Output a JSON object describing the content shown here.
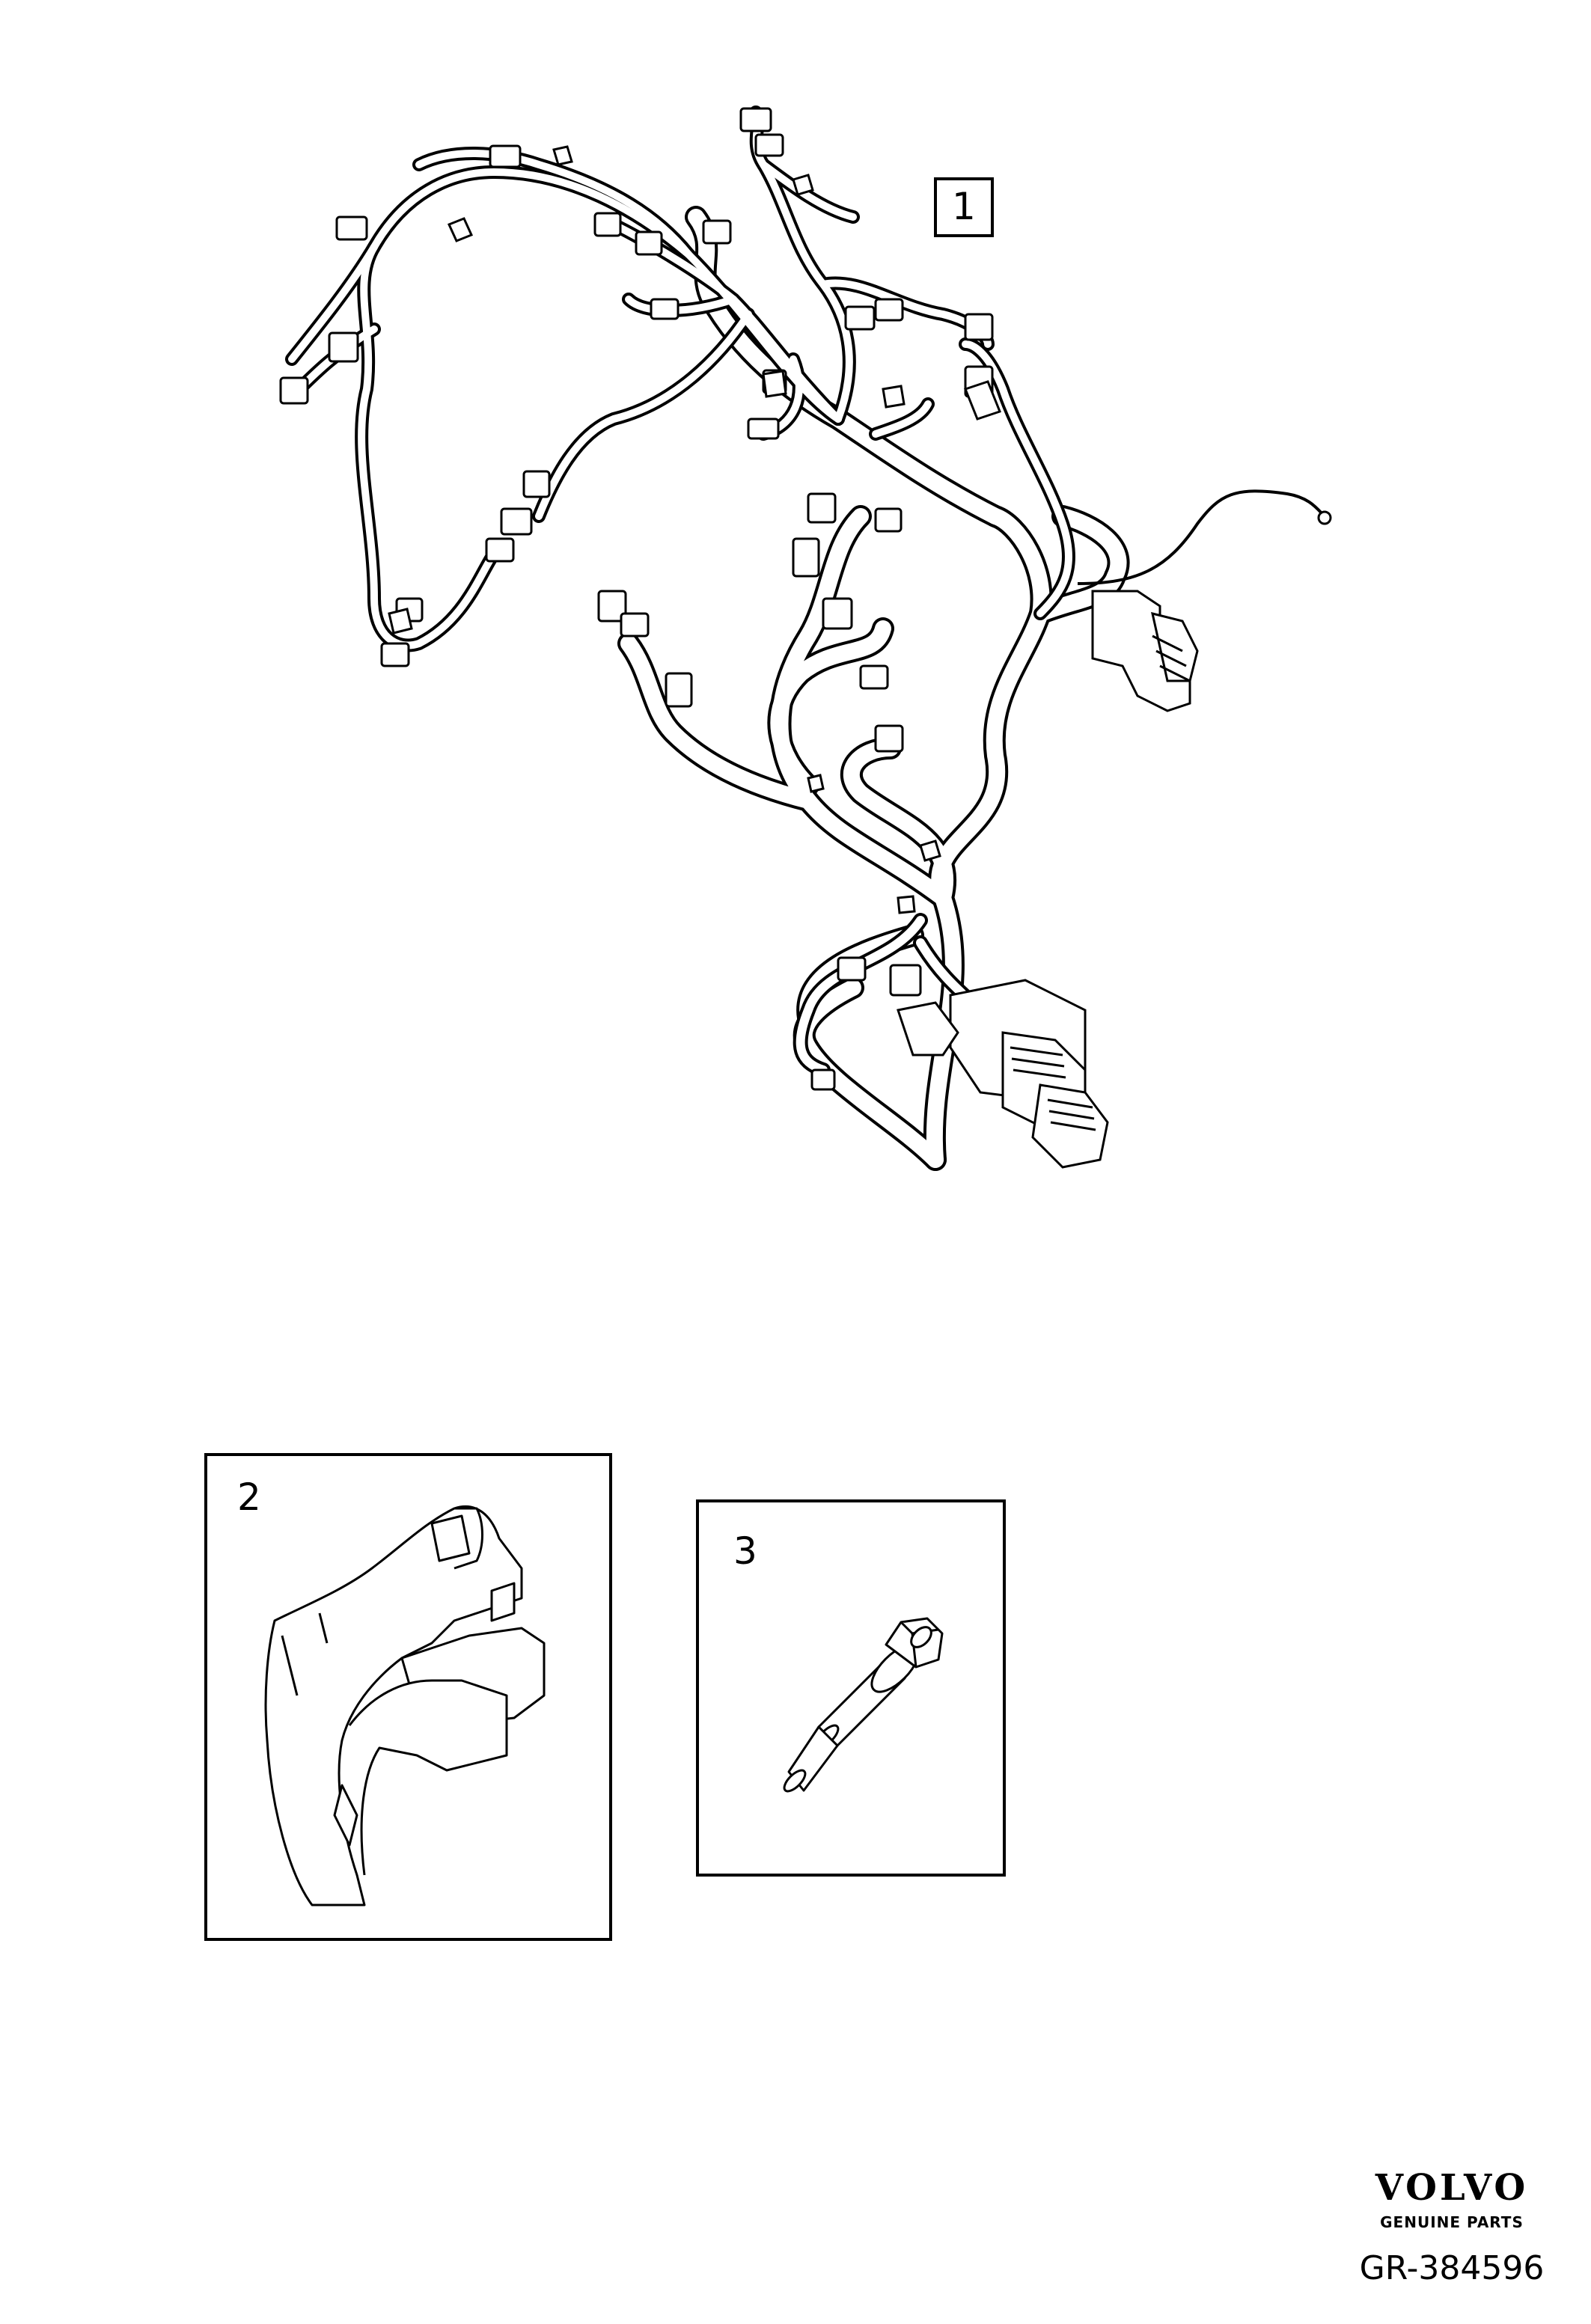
{
  "callouts": {
    "harness": "1",
    "bracket": "2",
    "bolt": "3"
  },
  "brand": {
    "name": "VOLVO",
    "tagline": "GENUINE PARTS"
  },
  "reference": "GR-384596"
}
